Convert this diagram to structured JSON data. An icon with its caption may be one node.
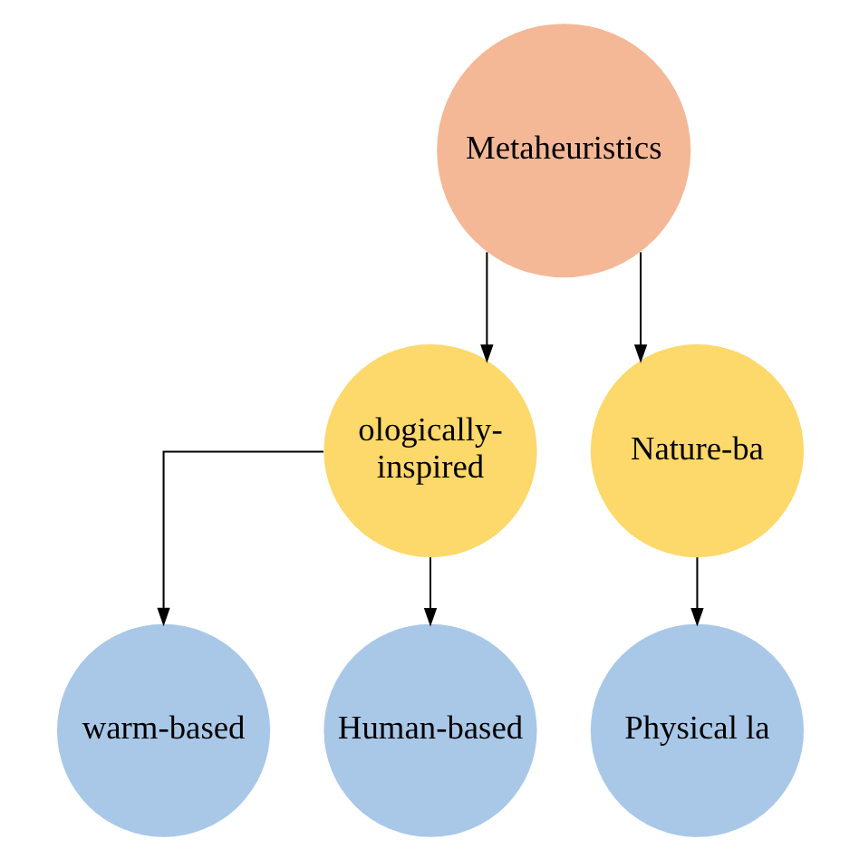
{
  "diagram": {
    "nodes": [
      {
        "text": [
          "Metaheuristics"
        ]
      },
      {
        "text": [
          "ologically- inspired"
        ]
      },
      {
        "text": [
          "Nature-ba"
        ]
      },
      {
        "text": [
          "warm-based"
        ]
      },
      {
        "text": [
          "Human-based"
        ]
      },
      {
        "text": [
          "Physical la"
        ]
      }
    ],
    "edges": [
      {
        "from": 0,
        "to": 1,
        "arrow": "to"
      },
      {
        "from": 0,
        "to": 2,
        "arrow": "to"
      },
      {
        "from": 1,
        "to": 3,
        "arrow": "to"
      },
      {
        "from": 1,
        "to": 4,
        "arrow": "to"
      },
      {
        "from": 2,
        "to": 5,
        "arrow": "to"
      }
    ]
  }
}
